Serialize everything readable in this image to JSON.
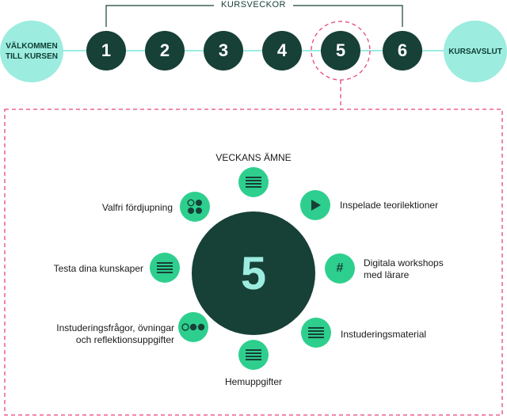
{
  "timeline": {
    "start_label": "VÄLKOMMEN\nTILL KURSEN",
    "end_label": "KURSAVSLUT",
    "weeks_title": "KURSVECKOR",
    "weeks": [
      "1",
      "2",
      "3",
      "4",
      "5",
      "6"
    ],
    "highlighted_week": "5"
  },
  "detail": {
    "center_number": "5",
    "topic_label": "VECKANS ÄMNE",
    "activities": {
      "recorded_lectures": "Inspelade teorilektioner",
      "digital_workshops": "Digitala workshops\nmed lärare",
      "study_material": "Instuderingsmaterial",
      "homework": "Hemuppgifter",
      "study_questions": "Instuderingsfrågor, övningar\noch reflektionsuppgifter",
      "test_knowledge": "Testa dina kunskaper",
      "optional_deepening": "Valfri fördjupning"
    },
    "hash_symbol": "#"
  },
  "colors": {
    "dark_green": "#174037",
    "mint": "#9cecdf",
    "activity_green": "#2ecf8e",
    "dashed_pink": "#e8457a"
  }
}
